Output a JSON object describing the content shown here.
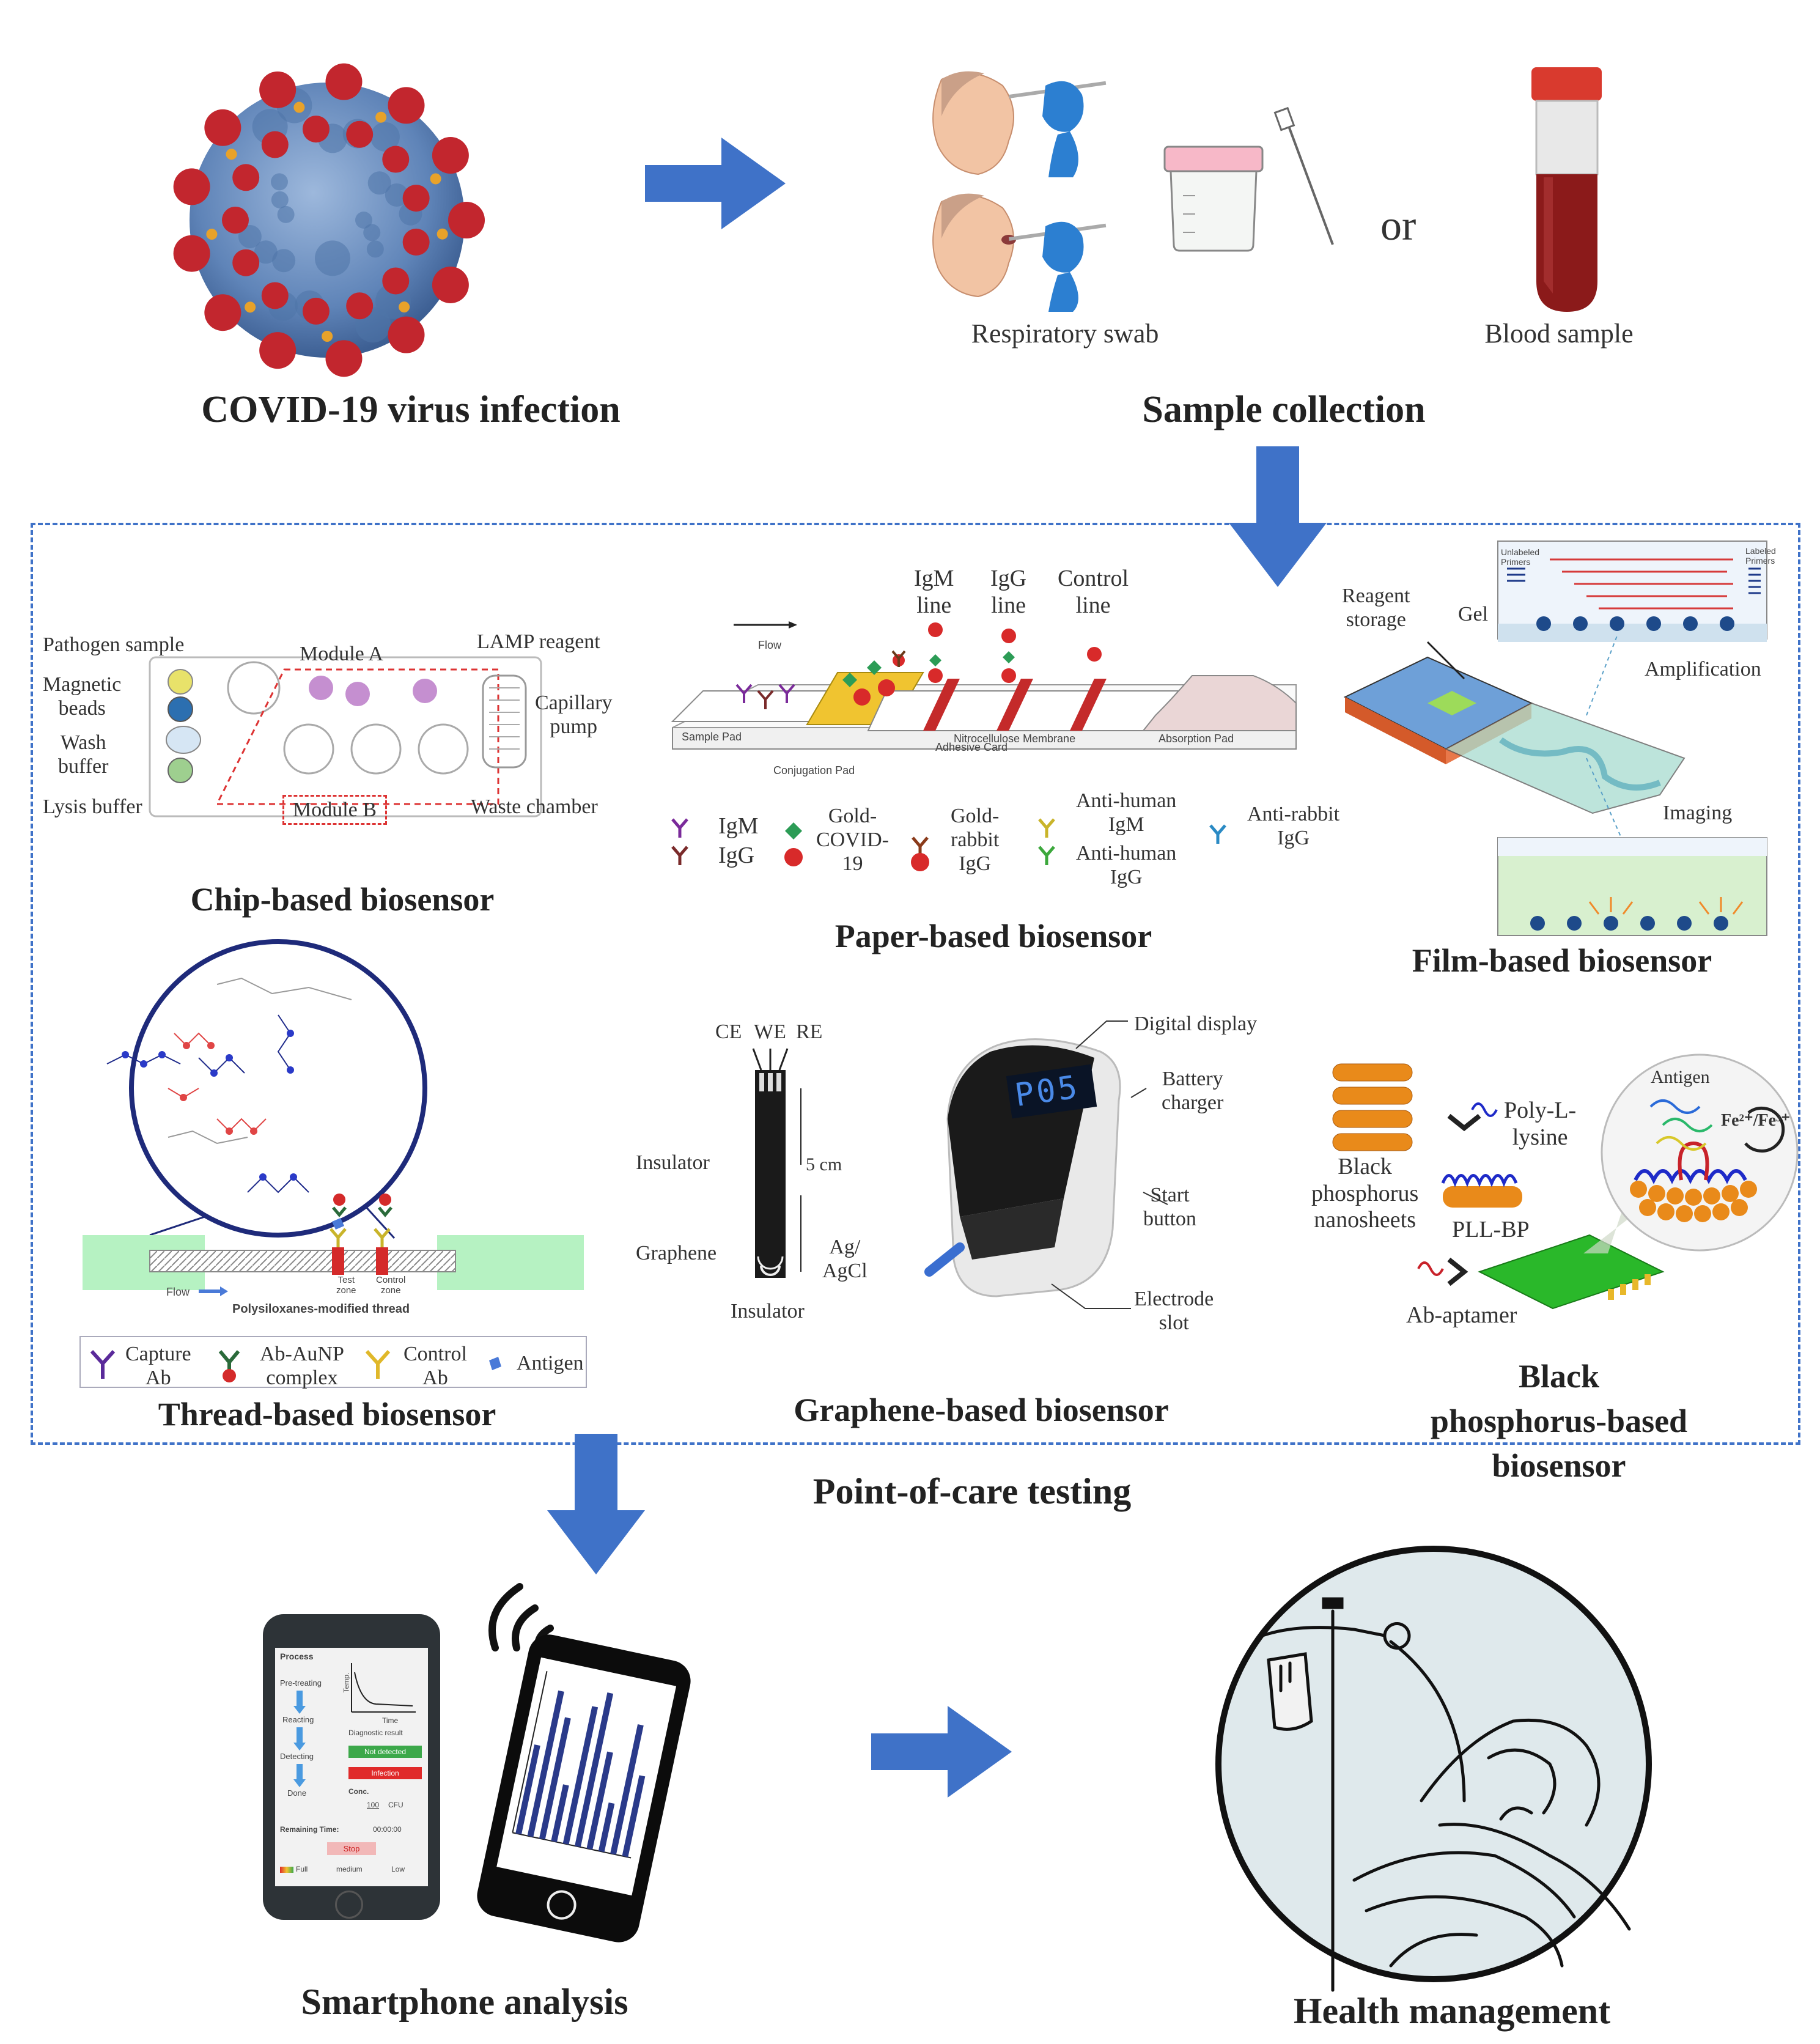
{
  "colors": {
    "arrow": "#3f72c8",
    "dashed_border": "#3f72c8",
    "virus_body": "#6f93c6",
    "virus_spike": "#c2262e",
    "blood": "#8b1a1a"
  },
  "top": {
    "virus_title": "COVID-19 virus infection",
    "swab_label": "Respiratory swab",
    "or_label": "or",
    "blood_label": "Blood sample",
    "collection_title": "Sample collection"
  },
  "chip": {
    "title": "Chip-based biosensor",
    "pathogen_sample": "Pathogen sample",
    "module_a": "Module A",
    "lamp_reagent": "LAMP reagent",
    "magnetic_beads": "Magnetic\nbeads",
    "wash_buffer": "Wash\nbuffer",
    "lysis_buffer": "Lysis buffer",
    "module_b": "Module B",
    "capillary_pump": "Capillary\npump",
    "waste_chamber": "Waste chamber"
  },
  "paper": {
    "title": "Paper-based biosensor",
    "igm_line": "IgM\nline",
    "igg_line": "IgG\nline",
    "control_line": "Control\nline",
    "flow": "Flow",
    "sample_pad": "Sample Pad",
    "conjugation_pad": "Conjugation Pad",
    "nitrocellulose": "Nitrocellulose Membrane",
    "adhesive_card": "Adhesive Card",
    "absorption_pad": "Absorption Pad",
    "legend": {
      "igm": "IgM",
      "igg": "IgG",
      "gold_covid": "Gold-\nCOVID-\n19",
      "gold_rabbit": "Gold-\nrabbit\nIgG",
      "anti_human_igm": "Anti-human\nIgM",
      "anti_human_igg": "Anti-human\nIgG",
      "anti_rabbit": "Anti-rabbit\nIgG"
    }
  },
  "film": {
    "title": "Film-based biosensor",
    "reagent_storage": "Reagent\nstorage",
    "gel": "Gel",
    "amplification": "Amplification",
    "imaging": "Imaging",
    "unlabeled_primers": "Unlabeled\nPrimers",
    "labeled_primers": "Labeled\nPrimers"
  },
  "thread": {
    "title": "Thread-based biosensor",
    "flow": "Flow",
    "test_zone": "Test\nzone",
    "control_zone": "Control\nzone",
    "polysiloxanes": "Polysiloxanes-modified thread",
    "legend": {
      "capture_ab": "Capture\nAb",
      "ab_aunp": "Ab-AuNP\ncomplex",
      "control_ab": "Control\nAb",
      "antigen": "Antigen"
    }
  },
  "graphene": {
    "title": "Graphene-based biosensor",
    "ce": "CE",
    "we": "WE",
    "re": "RE",
    "insulator_top": "Insulator",
    "graphene": "Graphene",
    "insulator_bottom": "Insulator",
    "five_cm": "5 cm",
    "ag_agcl": "Ag/\nAgCl",
    "display_text": "P05",
    "digital_display": "Digital display",
    "battery_charger": "Battery\ncharger",
    "start_button": "Start\nbutton",
    "electrode_slot": "Electrode\nslot"
  },
  "bp": {
    "title": "Black phosphorus-based\nbiosensor",
    "antigen": "Antigen",
    "poly_l_lysine": "Poly-L-\nlysine",
    "bp_nanosheets": "Black\nphosphorus\nnanosheets",
    "pll_bp": "PLL-BP",
    "ab_aptamer": "Ab-aptamer",
    "fe": "Fe²⁺/Fe³⁺"
  },
  "poc_title": "Point-of-care testing",
  "smartphone": {
    "title": "Smartphone analysis",
    "process": "Process",
    "pre_treating": "Pre-treating",
    "reacting": "Reacting",
    "detecting": "Detecting",
    "done": "Done",
    "temp": "Temp.",
    "time": "Time",
    "diagnostic_result": "Diagnostic result",
    "not_detected": "Not detected",
    "infection": "Infection",
    "conc": "Conc.",
    "conc_value": "100",
    "cfu": "CFU",
    "remaining_time": "Remaining Time:",
    "remaining_value": "00:00:00",
    "stop": "Stop",
    "full": "Full",
    "medium": "medium",
    "low": "Low",
    "bar_values": [
      0.55,
      0.9,
      0.75,
      0.35,
      0.85,
      0.95,
      0.6,
      0.3,
      0.8,
      0.5
    ]
  },
  "health_title": "Health management"
}
